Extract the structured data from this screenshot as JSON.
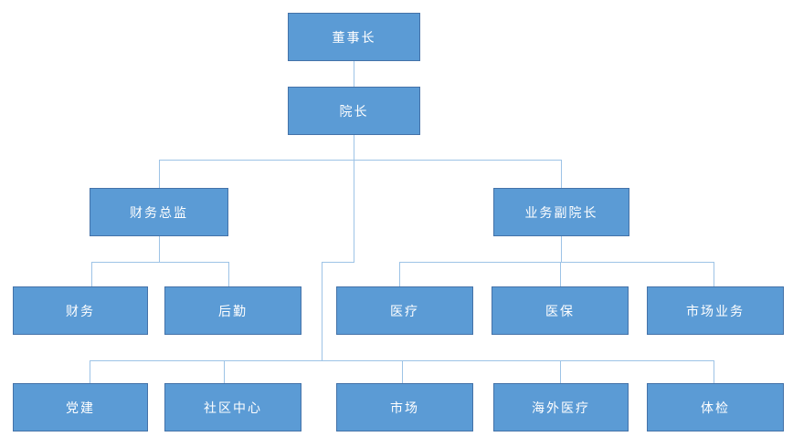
{
  "colors": {
    "background": "#FFFFFF",
    "node_fill": "#5B9BD5",
    "node_border": "#4472A8",
    "node_text": "#FFFFFF",
    "connector": "#9DC3E6"
  },
  "nodes": {
    "chairman": {
      "label": "董事长"
    },
    "dean": {
      "label": "院长"
    },
    "finance_director": {
      "label": "财务总监"
    },
    "business_vp": {
      "label": "业务副院长"
    },
    "finance": {
      "label": "财务"
    },
    "logistics": {
      "label": "后勤"
    },
    "medical": {
      "label": "医疗"
    },
    "medical_insurance": {
      "label": "医保"
    },
    "market_business": {
      "label": "市场业务"
    },
    "party_building": {
      "label": "党建"
    },
    "community_center": {
      "label": "社区中心"
    },
    "market": {
      "label": "市场"
    },
    "overseas_medical": {
      "label": "海外医疗"
    },
    "physical_exam": {
      "label": "体检"
    }
  },
  "edges": [
    {
      "from": "chairman",
      "to": "dean"
    },
    {
      "from": "dean",
      "to": "finance_director"
    },
    {
      "from": "dean",
      "to": "business_vp"
    },
    {
      "from": "finance_director",
      "to": "finance"
    },
    {
      "from": "finance_director",
      "to": "logistics"
    },
    {
      "from": "business_vp",
      "to": "medical"
    },
    {
      "from": "business_vp",
      "to": "medical_insurance"
    },
    {
      "from": "business_vp",
      "to": "market_business"
    },
    {
      "from": "dean",
      "to": "party_building"
    },
    {
      "from": "dean",
      "to": "community_center"
    },
    {
      "from": "dean",
      "to": "market"
    },
    {
      "from": "dean",
      "to": "overseas_medical"
    },
    {
      "from": "dean",
      "to": "physical_exam"
    }
  ]
}
